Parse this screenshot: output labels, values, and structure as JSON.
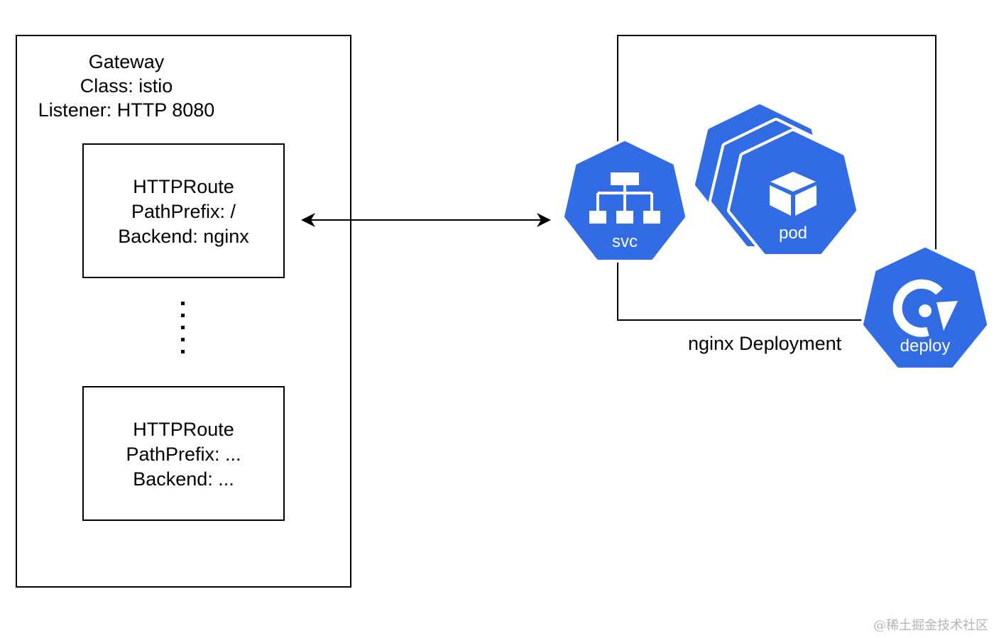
{
  "gateway": {
    "title": "Gateway",
    "class": "Class: istio",
    "listener": "Listener: HTTP 8080"
  },
  "routes": [
    {
      "title": "HTTPRoute",
      "path": "PathPrefix: /",
      "backend": "Backend: nginx"
    },
    {
      "title": "HTTPRoute",
      "path": "PathPrefix: ...",
      "backend": "Backend: ..."
    }
  ],
  "deployment": {
    "caption": "nginx Deployment",
    "svc_label": "svc",
    "pod_label": "pod",
    "deploy_label": "deploy"
  },
  "icons": {
    "svc": "service-hierarchy-icon",
    "pod": "cube-icon",
    "deploy": "circular-arrow-icon"
  },
  "colors": {
    "k8s_blue": "#326ce5",
    "outline": "#000000"
  },
  "watermark": "@稀土掘金技术社区"
}
